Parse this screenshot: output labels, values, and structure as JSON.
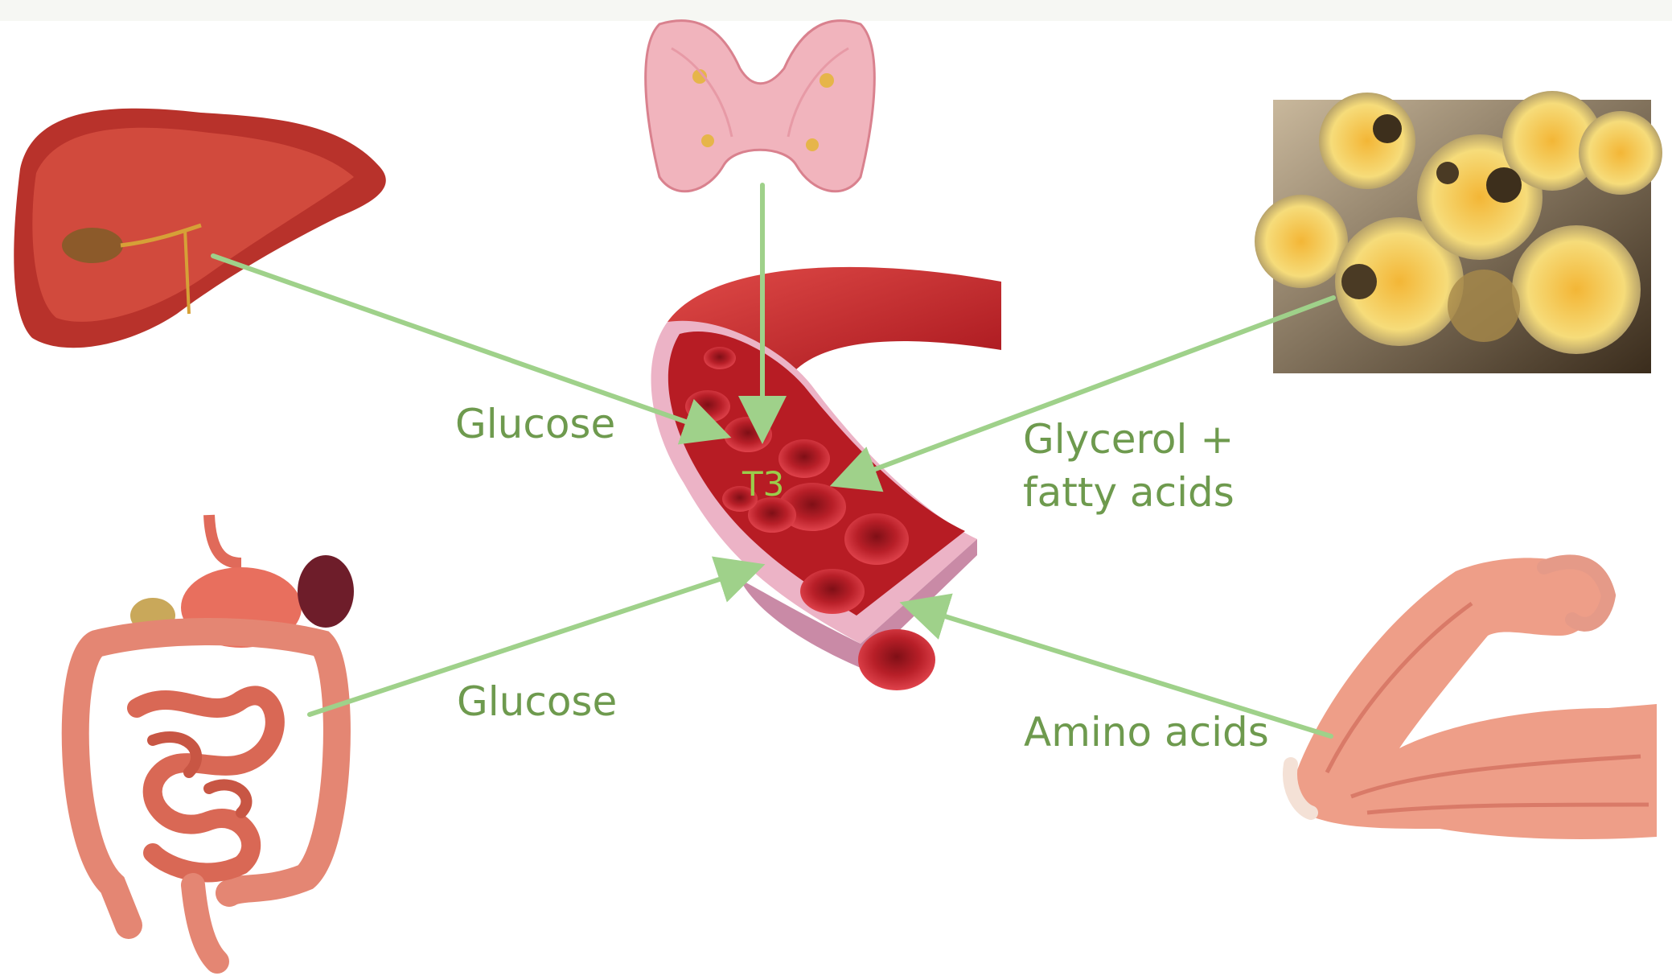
{
  "labels": {
    "liver_output": "Glucose",
    "intestine_output": "Glucose",
    "fat_output_line1": "Glycerol +",
    "fat_output_line2": "fatty acids",
    "muscle_output": "Amino acids",
    "thyroid_output": "T3"
  },
  "colors": {
    "arrow": "#9fd18a",
    "label_text": "#6e9a4e",
    "t3_text": "#9acd4b",
    "blood_red": "#c4252e",
    "vessel_wall": "#e9b8c8"
  },
  "icons": [
    "liver-icon",
    "thyroid-icon",
    "fat-cells-icon",
    "intestines-icon",
    "arm-muscle-icon",
    "blood-vessel-icon"
  ]
}
